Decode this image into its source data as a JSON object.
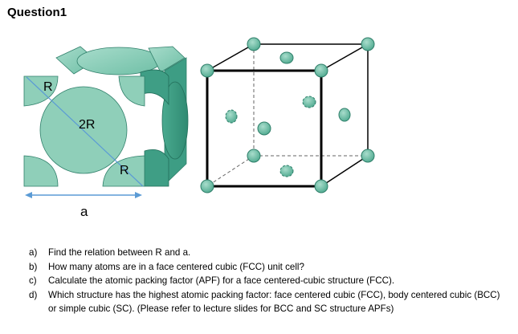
{
  "page": {
    "heading": "Question1"
  },
  "figure": {
    "label_R_top": "R",
    "label_2R": "2R",
    "label_R_bottom": "R",
    "label_a": "a",
    "colors": {
      "atom": "#8fcfb9",
      "atom_dark": "#3a9b82",
      "edge": "#2f7f6a",
      "arrow": "#5b9bd5",
      "cube_line": "#000000"
    }
  },
  "questions": [
    {
      "letter": "a)",
      "text": "Find the relation between R and a."
    },
    {
      "letter": "b)",
      "text": "How many atoms are in a face centered cubic (FCC) unit cell?"
    },
    {
      "letter": "c)",
      "text": "Calculate the atomic packing factor (APF) for a face centered-cubic structure (FCC)."
    },
    {
      "letter": "d)",
      "text": "Which structure has the highest atomic packing factor: face centered cubic (FCC), body centered cubic (BCC) or simple cubic (SC). (Please refer to lecture slides for BCC and SC structure APFs)"
    }
  ]
}
